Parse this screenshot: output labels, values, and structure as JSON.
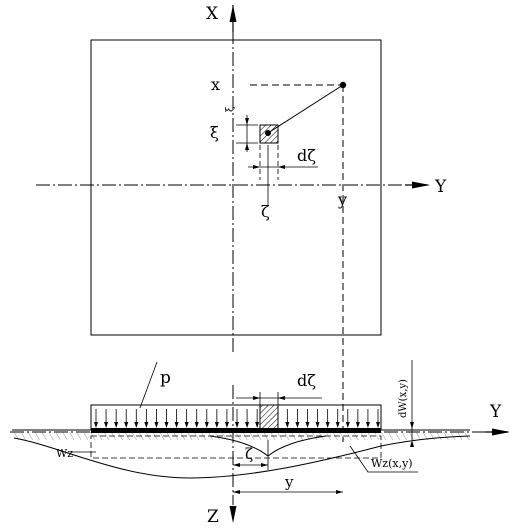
{
  "labels": {
    "axis_x": "X",
    "axis_y": "Y",
    "axis_z": "Z",
    "point_x": "x",
    "point_y": "y",
    "xi": "ξ",
    "xi_small": "ξ",
    "zeta": "ζ",
    "d_zeta": "dζ",
    "load_p": "p",
    "d_zeta_section": "dζ",
    "dW": "dW(x,y)",
    "axis_y_section": "Y",
    "wz_left": "Wz",
    "wz_right": "Wz(x,y)",
    "zeta_section": "ζ",
    "y_section": "y"
  },
  "colors": {
    "line": "#000000",
    "background": "#ffffff"
  }
}
